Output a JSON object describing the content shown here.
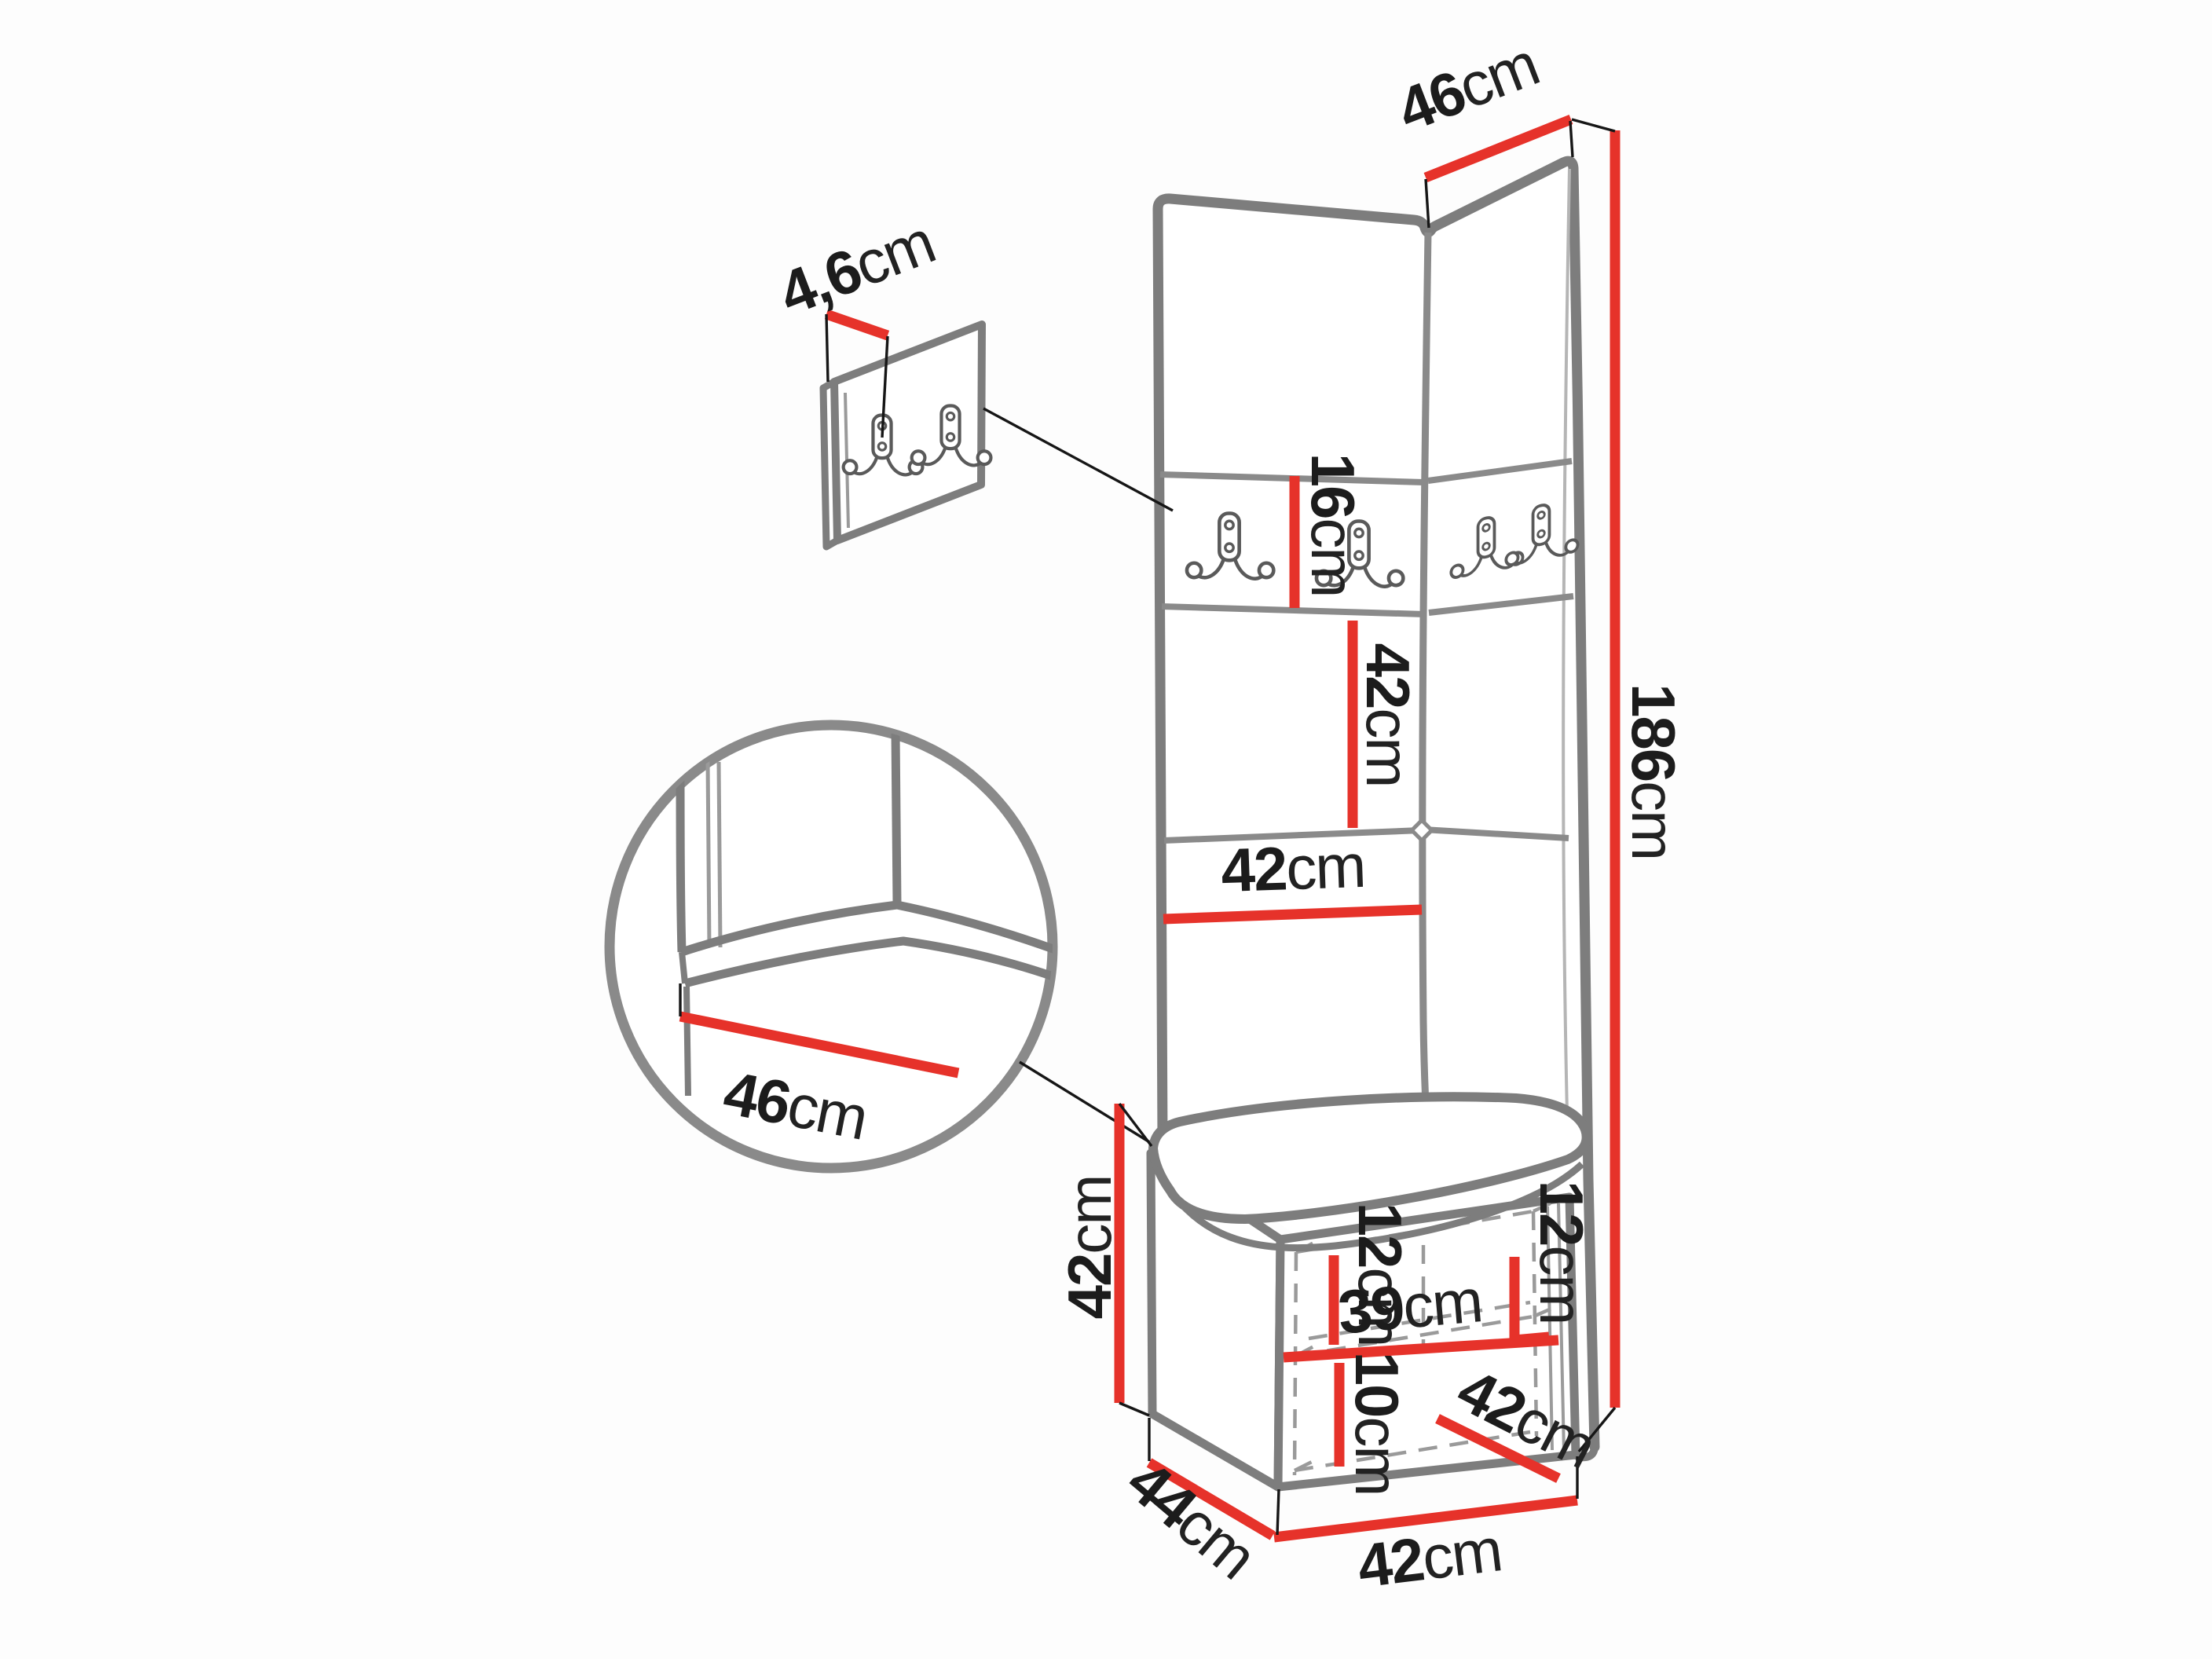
{
  "diagram": {
    "type": "furniture-dimension-drawing",
    "subject": "corner hallway panel set with hook strips, wall hook panel and bench cabinet"
  },
  "colors": {
    "dimension_line": "#e6322a",
    "furniture_outline": "#7d7d7d",
    "seam_gray": "#8a8a8a",
    "thin_black": "#161616",
    "dashed_gray": "#9a9a9a",
    "hook_outline": "#5a5a5a",
    "label_text": "#1c1c1c",
    "background": "#fdfdfd"
  },
  "icons": {
    "hook": "double-coat-hook-icon",
    "detail": "magnifier-circle-detail"
  },
  "dimensions": {
    "top_panel_width": {
      "value": "46",
      "unit": "cm"
    },
    "wall_panel_thickness": {
      "value": "4,6",
      "unit": "cm"
    },
    "hook_strip_height": {
      "value": "16",
      "unit": "cm"
    },
    "middle_panel_height": {
      "value": "42",
      "unit": "cm"
    },
    "panel_column_width": {
      "value": "42",
      "unit": "cm"
    },
    "total_height": {
      "value": "186",
      "unit": "cm"
    },
    "seat_depth_detail": {
      "value": "46",
      "unit": "cm"
    },
    "bench_height": {
      "value": "42",
      "unit": "cm"
    },
    "cubby_left_height": {
      "value": "12",
      "unit": "cm"
    },
    "cubby_right_height": {
      "value": "12",
      "unit": "cm"
    },
    "cubby_width": {
      "value": "39",
      "unit": "cm"
    },
    "plinth_height": {
      "value": "10",
      "unit": "cm"
    },
    "door_width": {
      "value": "42",
      "unit": "cm"
    },
    "bench_depth": {
      "value": "44",
      "unit": "cm"
    },
    "bench_width": {
      "value": "42",
      "unit": "cm"
    }
  }
}
